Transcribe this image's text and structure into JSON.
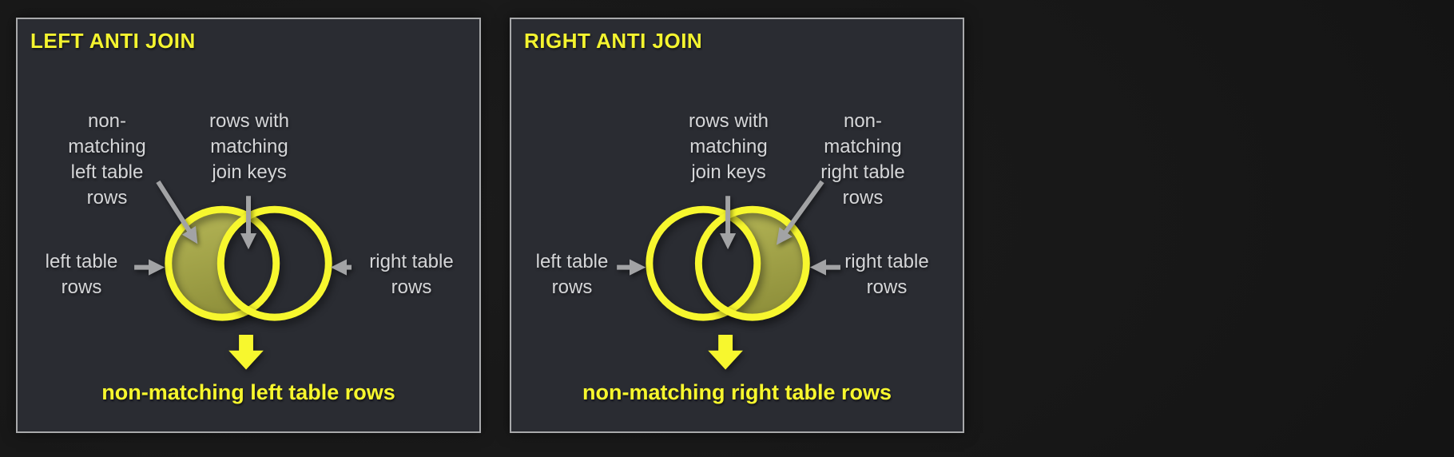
{
  "colors": {
    "page_bg": "#171717",
    "panel_bg": "#2a2c32",
    "panel_border": "#a8a9ab",
    "title_yellow": "#f4f42f",
    "venn_stroke": "#f7f72e",
    "venn_fill_light": "#b6b757",
    "venn_fill_dark": "#90913c",
    "label_gray": "#d5d6d8",
    "arrow_gray": "#a2a3a5",
    "result_yellow": "#f7f72e"
  },
  "panels": [
    {
      "title": "LEFT ANTI JOIN",
      "labels": {
        "non_matching": "non-\nmatching\nleft table\nrows",
        "matching_keys": "rows with\nmatching\njoin keys",
        "left_table": "left table\nrows",
        "right_table": "right table\nrows"
      },
      "result": "non-matching left table rows"
    },
    {
      "title": "RIGHT ANTI JOIN",
      "labels": {
        "non_matching": "non-\nmatching\nright table\nrows",
        "matching_keys": "rows with\nmatching\njoin keys",
        "left_table": "left table\nrows",
        "right_table": "right table\nrows"
      },
      "result": "non-matching right table rows"
    }
  ]
}
